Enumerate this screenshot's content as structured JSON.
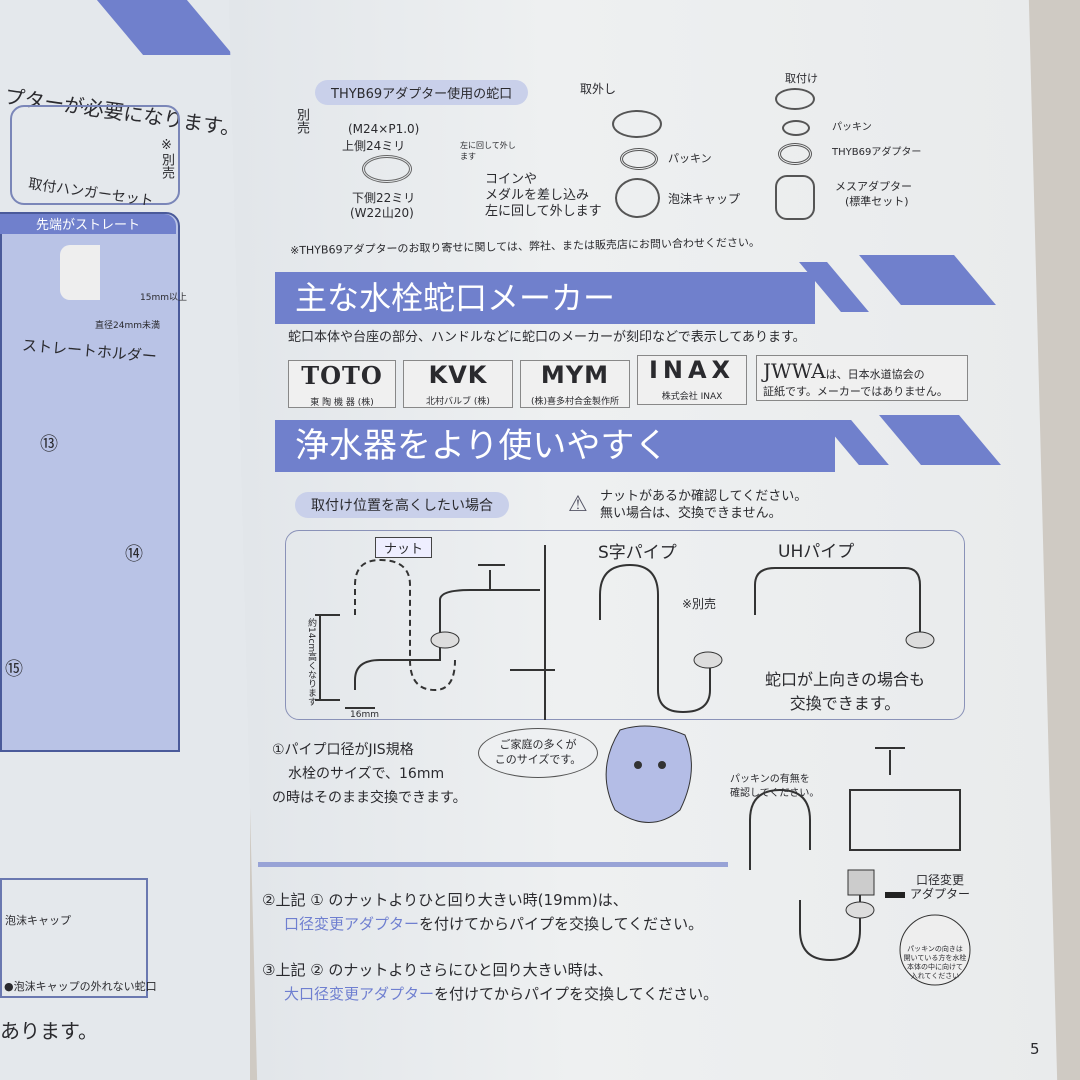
{
  "left_page": {
    "heading_tail": "プターが必要になります。",
    "hanger_label": "取付ハンガーセット",
    "separately_sold": "※別売",
    "straight_tab": "先端がストレート",
    "dim_15": "15mm以上",
    "dim_24": "直径24mm未満",
    "straight_holder": "ストレートホルダー",
    "num_13": "⑬",
    "num_14": "⑭",
    "num_15": "⑮",
    "aerator_cap": "泡沫キャップ",
    "aerator_note": "●泡沫キャップの外れない蛇口",
    "footer_tail": "あります。"
  },
  "adapter_section": {
    "pill": "THYB69アダプター使用の蛇口",
    "separately_sold": "別売",
    "spec1": "(M24×P1.0)",
    "spec2": "上側24ミリ",
    "spec3": "下側22ミリ",
    "spec4": "(W22山20)",
    "turn_left": "左に回して外します",
    "coin_note": [
      "コインや",
      "メダルを差し込み",
      "左に回して外します"
    ],
    "remove": "取外し",
    "packing": "パッキン",
    "aerator_cap": "泡沫キャップ",
    "attach": "取付け",
    "packing2": "パッキン",
    "thyb": "THYB69アダプター",
    "female": "メスアダプター",
    "female_sub": "(標準セット)",
    "note": "※THYB69アダプターのお取り寄せに関しては、弊社、または販売店にお問い合わせください。"
  },
  "makers": {
    "title": "主な水栓蛇口メーカー",
    "intro": "蛇口本体や台座の部分、ハンドルなどに蛇口のメーカーが刻印などで表示してあります。",
    "logos": [
      {
        "mark": "TOTO",
        "name": "東 陶 機 器 (株)"
      },
      {
        "mark": "KVK",
        "name": "北村バルブ (株)"
      },
      {
        "mark": "MYM",
        "name": "(株)喜多村合金製作所"
      },
      {
        "mark": "INAX",
        "name": "株式会社 INAX"
      }
    ],
    "jwwa_mark": "JWWA",
    "jwwa_note1": "は、日本水道協会の",
    "jwwa_note2": "証紙です。メーカーではありません。"
  },
  "usage": {
    "title": "浄水器をより使いやすく",
    "pill": "取付け位置を高くしたい場合",
    "warning1": "ナットがあるか確認してください。",
    "warning2": "無い場合は、交換できません。",
    "nut": "ナット",
    "height_note": "約14cm高くなります",
    "dim16": "16mm",
    "s_pipe": "S字パイプ",
    "separately": "※別売",
    "uh_pipe": "UHパイプ",
    "upward1": "蛇口が上向きの場合も",
    "upward2": "交換できます。",
    "item1": [
      "①パイプ口径がJIS規格",
      "水栓のサイズで、16mm",
      "の時はそのまま交換できます。"
    ],
    "bubble": [
      "ご家庭の多くが",
      "このサイズです。"
    ],
    "packing_check": [
      "パッキンの有無を",
      "確認してください。"
    ],
    "item2a": "②上記 ① のナットよりひと回り大きい時(19mm)は、",
    "item2_link": "口径変更アダプター",
    "item2b": "を付けてからパイプを交換してください。",
    "item3a": "③上記 ② のナットよりさらにひと回り大きい時は、",
    "item3_link": "大口径変更アダプター",
    "item3b": "を付けてからパイプを交換してください。",
    "adapter_label": [
      "口径変更",
      "アダプター"
    ],
    "packing_dir": [
      "パッキンの向きは",
      "開いている方を水栓",
      "本体の中に向けて",
      "入れてください"
    ]
  },
  "page_number": "5",
  "colors": {
    "accent": "#7080cc",
    "pill": "#c9d0ea",
    "paper": "#eceef0"
  }
}
